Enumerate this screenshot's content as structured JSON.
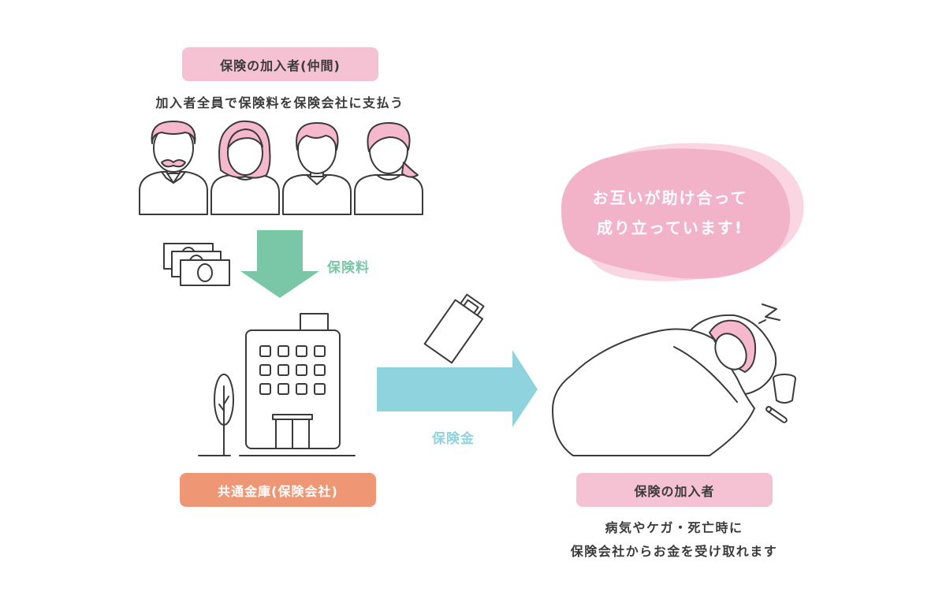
{
  "members_label": "保険の加入者(仲間)",
  "members_caption": "加入者全員で保険料を保険会社に支払う",
  "premium_label": "保険料",
  "company_label": "共通金庫(保険会社)",
  "payout_label": "保険金",
  "bubble": {
    "line1": "お互いが助け合って",
    "line2": "成り立っています!"
  },
  "insured_label": "保険の加入者",
  "insured_caption": {
    "line1": "病気やケガ・死亡時に",
    "line2": "保険会社からお金を受け取れます"
  },
  "colors": {
    "pink": "#f5c2d4",
    "hair_pink": "#f5b8cc",
    "orange": "#ef9775",
    "green": "#7ac7a8",
    "blue": "#8fd3de",
    "bubble_back": "#fad6e2",
    "bubble_front": "#f2b3c8"
  },
  "icons": [
    "person-icon",
    "money-icon",
    "building-icon",
    "tree-icon",
    "envelope-icon",
    "bed-icon",
    "cup-icon",
    "thermometer-icon"
  ]
}
